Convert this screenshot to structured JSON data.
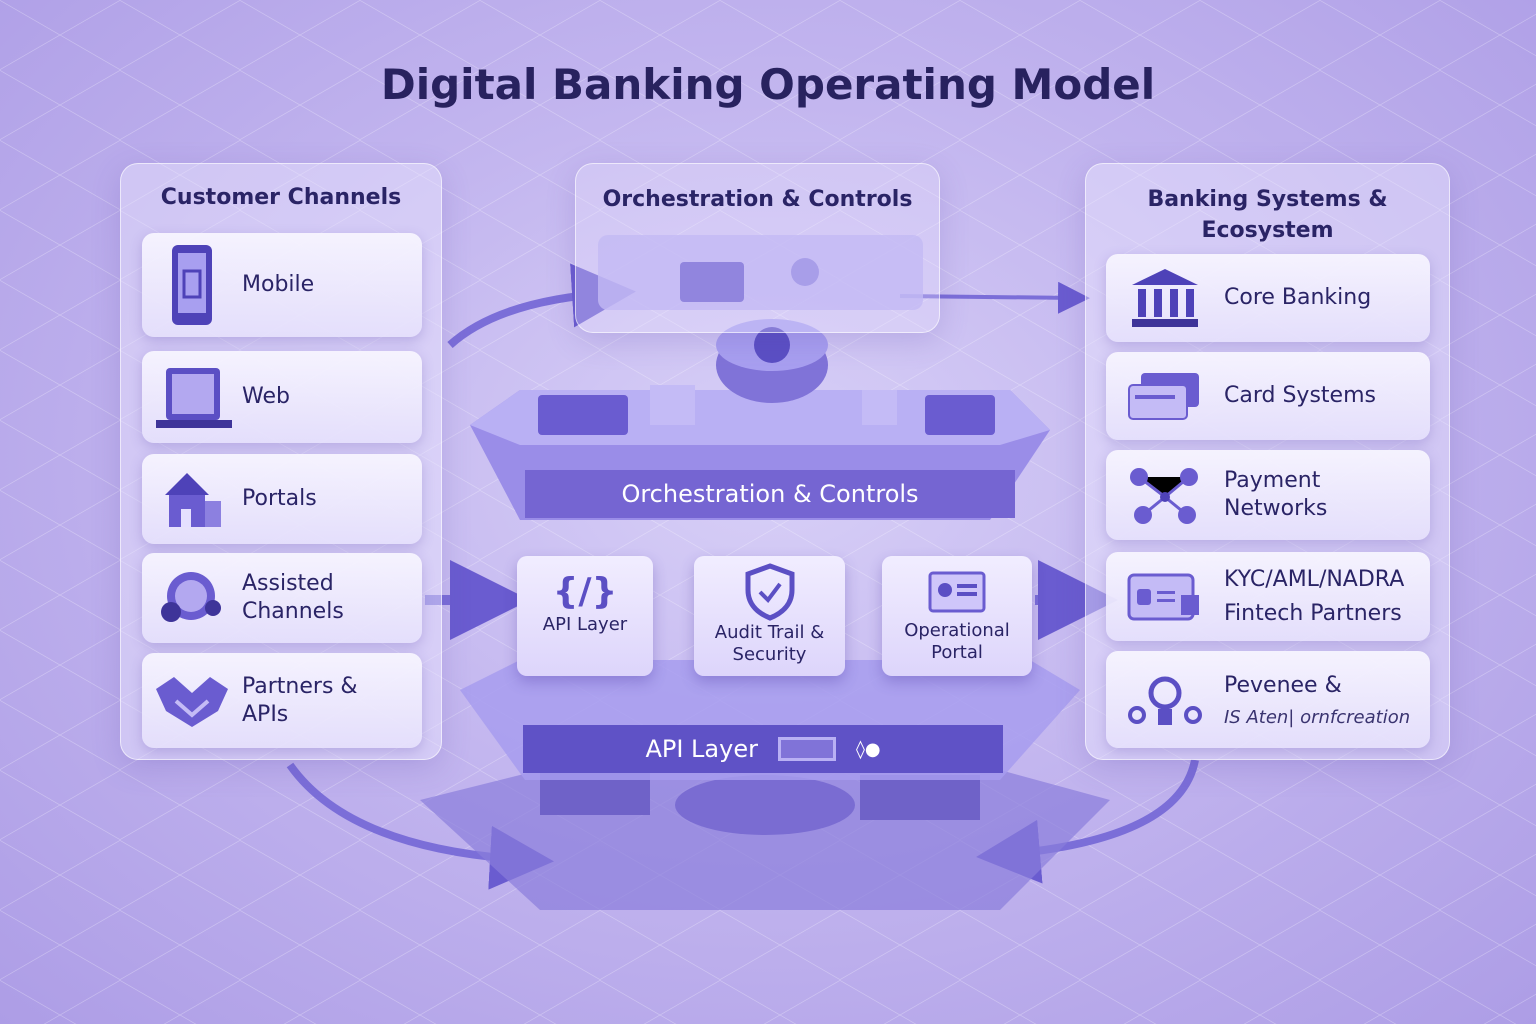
{
  "title": "Digital Banking Operating Model",
  "customer_channels": {
    "title": "Customer Channels",
    "items": [
      {
        "label": "Mobile",
        "icon": "mobile-phone-icon"
      },
      {
        "label": "Web",
        "icon": "web-browser-icon"
      },
      {
        "label": "Portals",
        "icon": "house-portal-icon"
      },
      {
        "label": "Assisted Channels",
        "icon": "headset-icon"
      },
      {
        "label": "Partners & APIs",
        "icon": "handshake-icon"
      }
    ]
  },
  "orchestration": {
    "title": "Orchestration & Controls",
    "platform_label": "Orchestration & Controls",
    "cards": [
      {
        "label": "API Layer",
        "icon": "code-braces-icon"
      },
      {
        "label": "Audit Trail & Security",
        "icon": "shield-check-icon"
      },
      {
        "label": "Operational Portal",
        "icon": "id-card-icon"
      }
    ],
    "api_band_label": "API Layer"
  },
  "banking_systems": {
    "title": "Banking Systems & Ecosystem",
    "items": [
      {
        "label": "Core Banking",
        "icon": "bank-icon"
      },
      {
        "label": "Card Systems",
        "icon": "credit-card-icon"
      },
      {
        "label": "Payment Networks",
        "icon": "network-nodes-icon"
      },
      {
        "label": "KYC/AML/NADRA",
        "label2": "Fintech Partners",
        "icon": "id-folder-icon"
      },
      {
        "label": "Pevenee &",
        "label2": "IS Aten| ornfcreation",
        "icon": "lightbulb-icon"
      }
    ]
  },
  "colors": {
    "accent": "#5b4fc4",
    "dark": "#2a2466",
    "band": "#6a5cd0"
  }
}
